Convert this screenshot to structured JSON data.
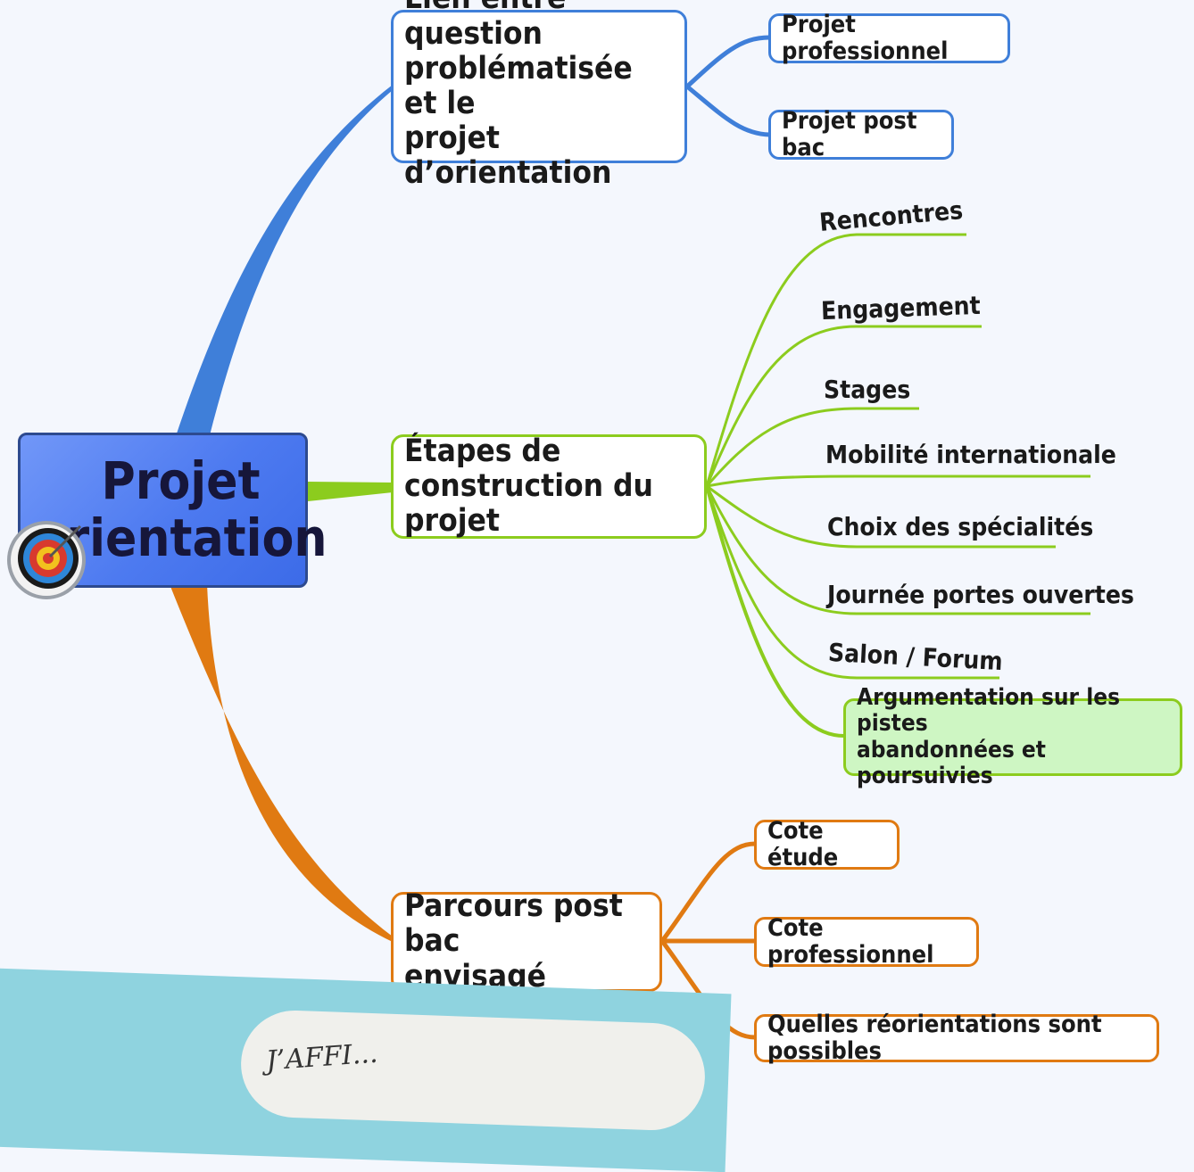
{
  "root": {
    "label": "Projet\norientation"
  },
  "branches": {
    "lien": {
      "label": "Lien entre question\nproblématisée et le\nprojet d’orientation",
      "children": [
        "Projet professionnel",
        "Projet post bac"
      ]
    },
    "etapes": {
      "label": "Étapes de\nconstruction du projet",
      "children": [
        "Rencontres",
        "Engagement",
        "Stages",
        "Mobilité internationale",
        "Choix des spécialités",
        "Journée portes ouvertes",
        "Salon / Forum"
      ],
      "highlight": "Argumentation sur les pistes\nabandonnées et poursuivies"
    },
    "parcours": {
      "label": "Parcours post bac\nenvisagé",
      "children": [
        "Cote étude",
        "Cote professionnel",
        "Quelles réorientations sont possibles"
      ]
    }
  },
  "sticker": {
    "text": "J’AFFI..."
  },
  "colors": {
    "blue": "#3f7fd9",
    "green": "#8ccc1e",
    "orange": "#e07a12",
    "root": "#5a86f3",
    "highlight_fill": "#cef6c3",
    "background": "#f4f7fd"
  },
  "icons": {
    "root_badge": "target-icon"
  }
}
